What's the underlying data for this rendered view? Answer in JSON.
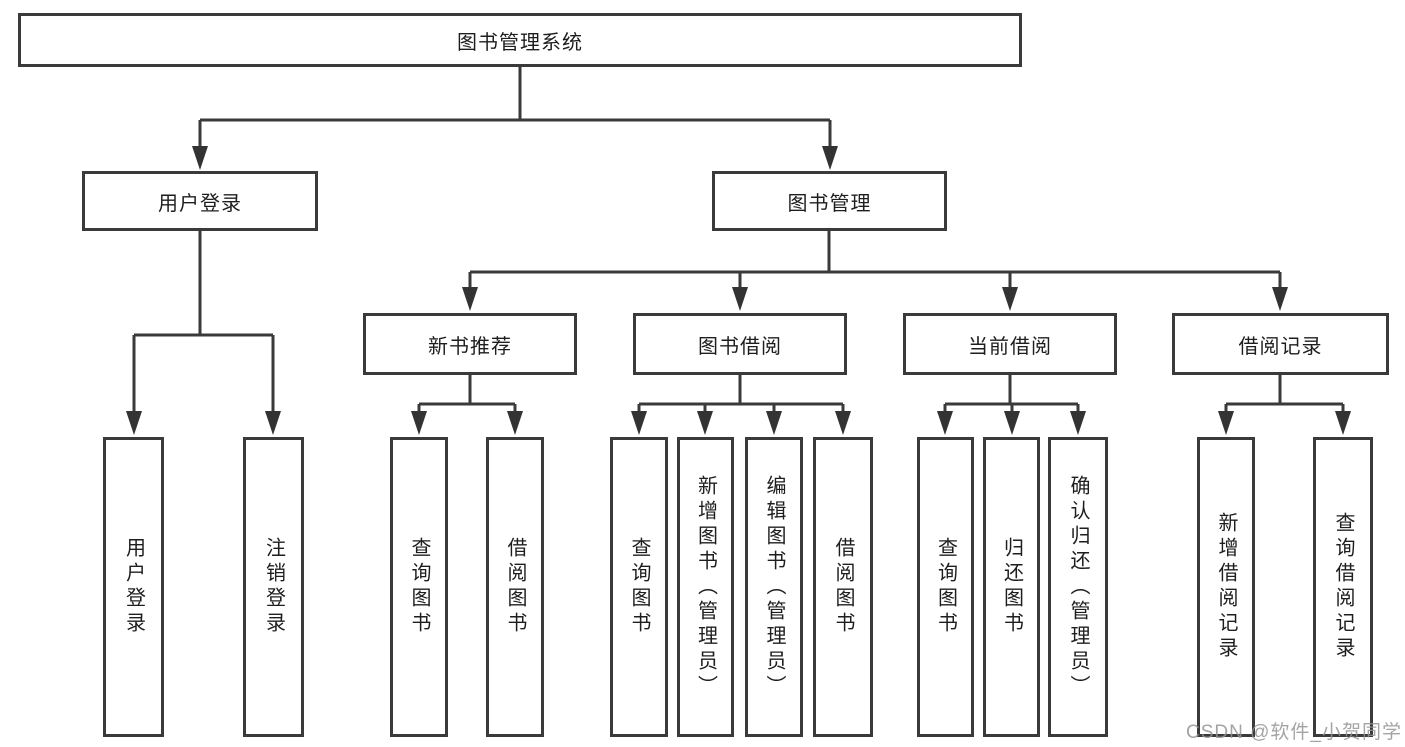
{
  "colors": {
    "line": "#3a3a3a",
    "border": "#3a3a3a",
    "box_background": "#ffffff",
    "text": "#1e1e1e",
    "watermark": "#949494"
  },
  "tree": {
    "root": {
      "label": "图书管理系统"
    },
    "branches": [
      {
        "label": "用户登录",
        "children": [
          {
            "label": "用户登录"
          },
          {
            "label": "注销登录"
          }
        ]
      },
      {
        "label": "图书管理",
        "children": [
          {
            "label": "新书推荐",
            "children": [
              {
                "label": "查询图书"
              },
              {
                "label": "借阅图书"
              }
            ]
          },
          {
            "label": "图书借阅",
            "children": [
              {
                "label": "查询图书"
              },
              {
                "label": "新增图书（管理员）"
              },
              {
                "label": "编辑图书（管理员）"
              },
              {
                "label": "借阅图书"
              }
            ]
          },
          {
            "label": "当前借阅",
            "children": [
              {
                "label": "查询图书"
              },
              {
                "label": "归还图书"
              },
              {
                "label": "确认归还（管理员）"
              }
            ]
          },
          {
            "label": "借阅记录",
            "children": [
              {
                "label": "新增借阅记录"
              },
              {
                "label": "查询借阅记录"
              }
            ]
          }
        ]
      }
    ]
  },
  "watermark": {
    "text": "CSDN @软件_小贺同学"
  }
}
